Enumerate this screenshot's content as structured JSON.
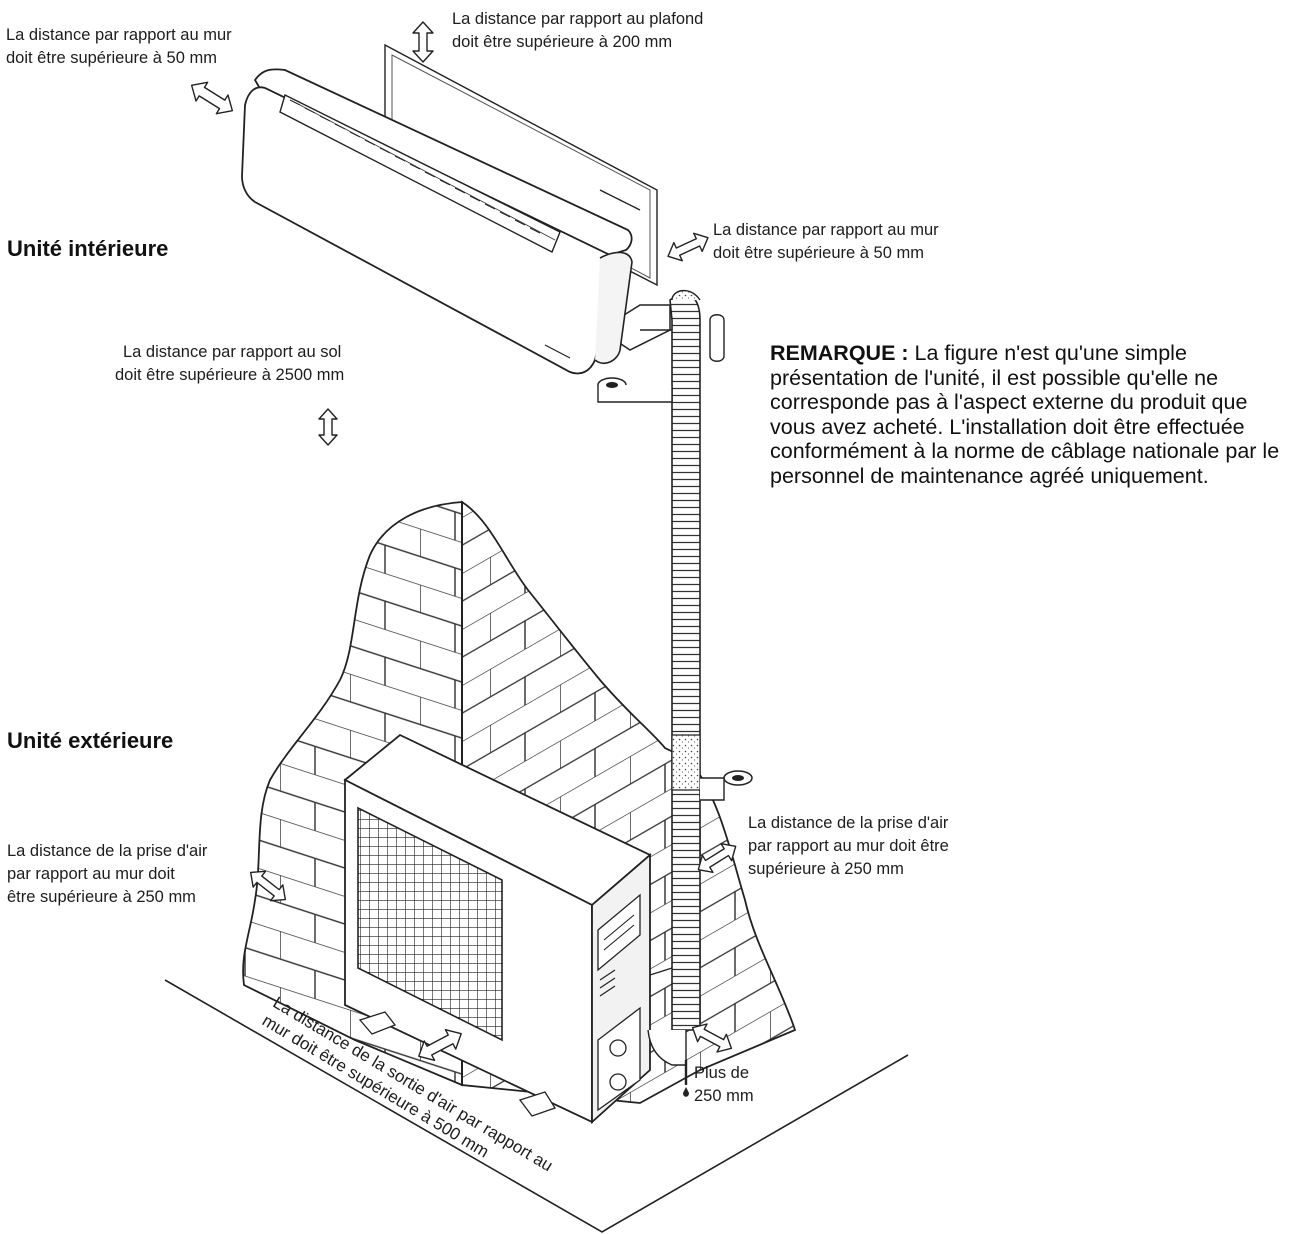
{
  "headings": {
    "indoor": "Unité intérieure",
    "outdoor": "Unité extérieure"
  },
  "labels": {
    "wall_left_top": [
      "La distance par rapport au mur",
      "doit être supérieure à 50 mm"
    ],
    "ceiling": [
      "La distance par rapport au plafond",
      "doit être supérieure à 200 mm"
    ],
    "wall_right_top": [
      "La distance par rapport au mur",
      "doit être supérieure à 50 mm"
    ],
    "floor": [
      "La distance par rapport au sol",
      "doit être supérieure à 2500 mm"
    ],
    "intake_left": [
      "La distance de la prise d'air",
      "par rapport au mur doit",
      "être supérieure à 250 mm"
    ],
    "intake_right": [
      "La distance de la prise d'air",
      "par rapport au mur doit être",
      "supérieure à 250 mm"
    ],
    "outlet": [
      "La distance de la sortie d'air par rapport au",
      "mur doit être supérieure à 500 mm"
    ],
    "side": [
      "Plus de",
      "250 mm"
    ]
  },
  "note": {
    "title": "REMARQUE :",
    "text": "La figure n'est qu'une simple présentation de l'unité, il est possible qu'elle ne corresponde pas à l'aspect externe du produit que vous avez acheté. L'installation doit être effectuée conformément à la norme de câblage nationale par le personnel de maintenance agréé uniquement."
  }
}
